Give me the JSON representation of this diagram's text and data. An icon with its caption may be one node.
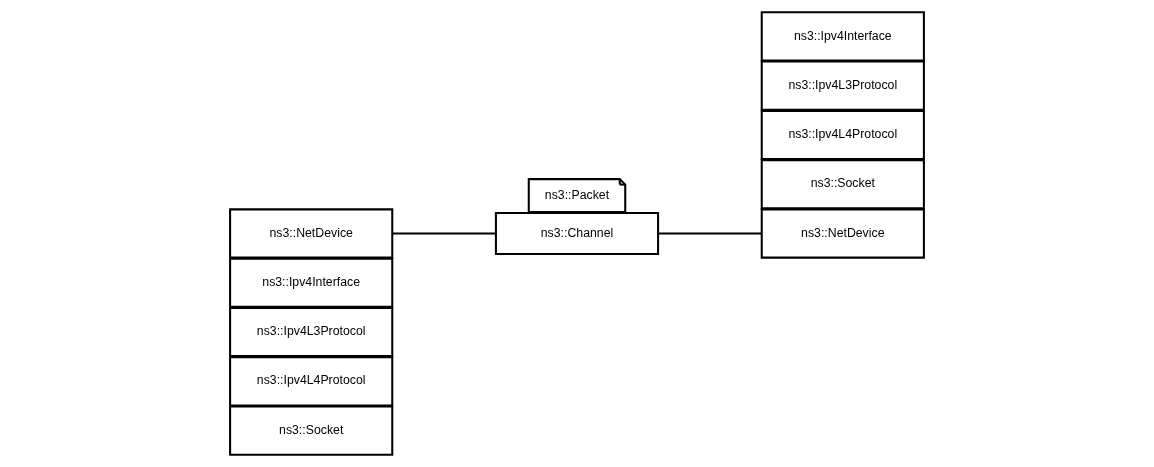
{
  "diagram": {
    "nodes": [
      {
        "text": [
          "ns3::Socket"
        ]
      },
      {
        "text": [
          "ns3::Ipv4L4Protocol"
        ]
      },
      {
        "text": [
          "ns3::Ipv4L3Protocol"
        ]
      },
      {
        "text": [
          "ns3::Ipv4Interface"
        ]
      },
      {
        "text": [
          "ns3::NetDevice"
        ]
      },
      {
        "text": [
          "ns3::Socket"
        ]
      },
      {
        "text": [
          "ns3::Ipv4L4Protocol"
        ]
      },
      {
        "text": [
          "ns3::Ipv4L3Protocol"
        ]
      },
      {
        "text": [
          "ns3::Ipv4Interface"
        ]
      },
      {
        "text": [
          "ns3::NetDevice"
        ]
      },
      {
        "text": [
          "ns3::Packet"
        ]
      },
      {
        "text": [
          "ns3::Channel"
        ]
      }
    ],
    "edges": [
      {
        "from": 4,
        "to": 11,
        "arrow": "none"
      },
      {
        "from": 11,
        "to": 9,
        "arrow": "none"
      }
    ]
  }
}
